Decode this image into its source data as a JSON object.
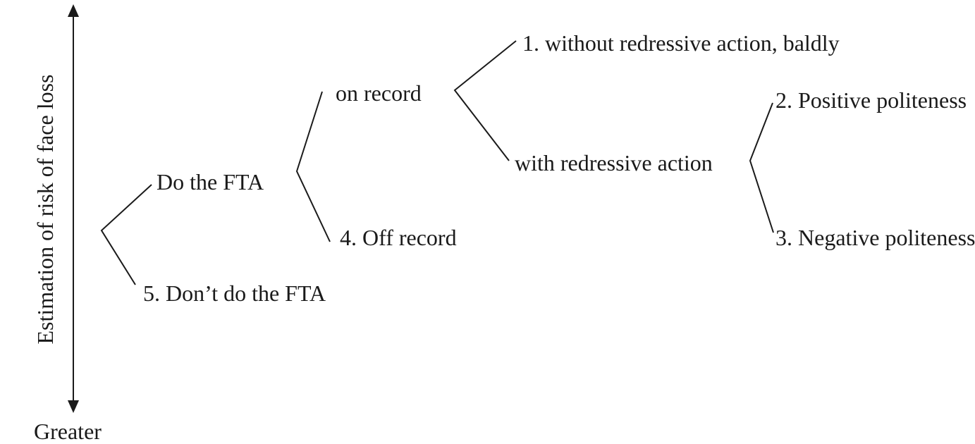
{
  "axis": {
    "label": "Estimation of risk of face loss",
    "bottom_label": "Greater"
  },
  "nodes": {
    "do_fta": "Do the FTA",
    "dont_do_fta": "5. Don’t do the FTA",
    "on_record": "on record",
    "off_record": "4. Off record",
    "without_redress": "1. without redressive action, baldly",
    "with_redress": "with redressive action",
    "positive_politeness": "2. Positive politeness",
    "negative_politeness": "3. Negative politeness"
  },
  "colors": {
    "line": "#1a1a1a",
    "text": "#1a1a1a",
    "background": "#ffffff"
  }
}
